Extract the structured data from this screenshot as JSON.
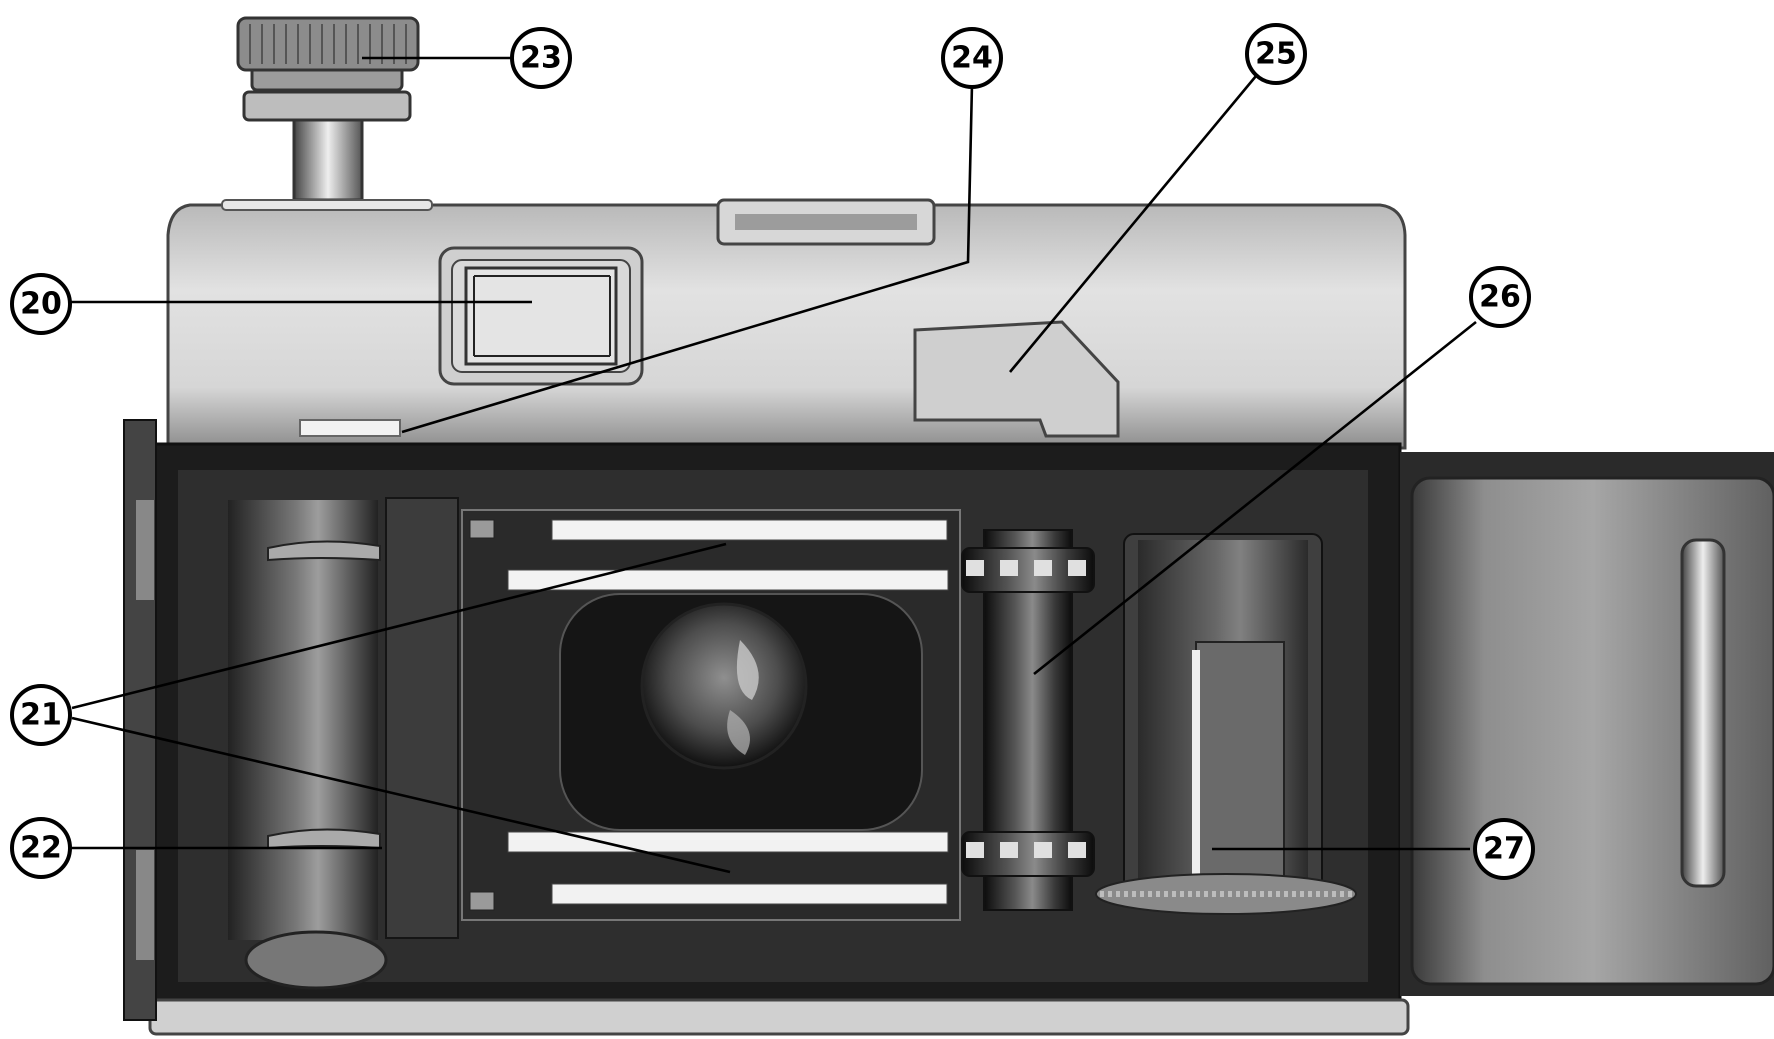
{
  "diagram": {
    "callouts": [
      {
        "id": "c20",
        "label": "20"
      },
      {
        "id": "c21",
        "label": "21"
      },
      {
        "id": "c22",
        "label": "22"
      },
      {
        "id": "c23",
        "label": "23"
      },
      {
        "id": "c24",
        "label": "24"
      },
      {
        "id": "c25",
        "label": "25"
      },
      {
        "id": "c26",
        "label": "26"
      },
      {
        "id": "c27",
        "label": "27"
      }
    ]
  },
  "colors": {
    "body_light": "#cdcdcd",
    "body_mid": "#9a9a9a",
    "interior_dark": "#1c1c1c",
    "ink": "#000000",
    "paper": "#ffffff"
  }
}
